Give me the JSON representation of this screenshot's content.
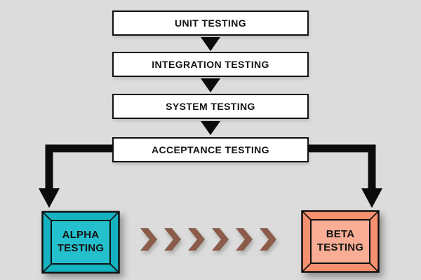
{
  "diagram": {
    "title": "software-testing-levels-flowchart",
    "flow": [
      {
        "label": "UNIT TESTING"
      },
      {
        "label": "INTEGRATION TESTING"
      },
      {
        "label": "SYSTEM TESTING"
      },
      {
        "label": "ACCEPTANCE TESTING"
      }
    ],
    "branches": [
      {
        "label": "ALPHA TESTING",
        "color_name": "teal"
      },
      {
        "label": "BETA TESTING",
        "color_name": "salmon"
      }
    ],
    "chevrons": {
      "count": 6,
      "glyph": ">",
      "direction": "alpha-to-beta"
    }
  },
  "colors": {
    "background": "#dcdcdc",
    "box_fill": "#ffffff",
    "outline": "#101010",
    "arrow": "#0c0c0c",
    "label_text": "#141414",
    "alpha_outer": "#15b2c0",
    "alpha_inner": "#24c0cd",
    "beta_outer": "#f6906e",
    "beta_inner": "#f9ad94",
    "chevron_brown": "#8a5c49"
  }
}
